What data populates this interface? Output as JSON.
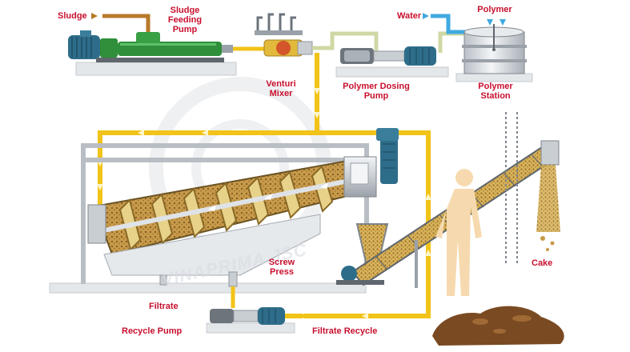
{
  "labels": {
    "sludge": "Sludge",
    "sludge_feeding_pump": "Sludge Feeding Pump",
    "venturi_mixer": "Venturi Mixer",
    "water": "Water",
    "polymer": "Polymer",
    "polymer_dosing_pump": "Polymer Dosing Pump",
    "polymer_station": "Polymer Station",
    "screw_press": "Screw Press",
    "filtrate": "Filtrate",
    "recycle_pump": "Recycle Pump",
    "filtrate_recycle": "Filtrate Recycle",
    "cake": "Cake"
  },
  "watermark": "VINAPRIMA.JSC",
  "colors": {
    "label_red": "#c8102e",
    "pipe_yellow": "#f2c318",
    "sludge_pipe": "#b87a2a",
    "water_blue": "#3fa9e0",
    "pump_green": "#2f8f3a",
    "motor_blue": "#2e6d8a",
    "frame_grey": "#b9bec4",
    "steel_light": "#dfe3e7",
    "cake_brown": "#7a4a22"
  }
}
